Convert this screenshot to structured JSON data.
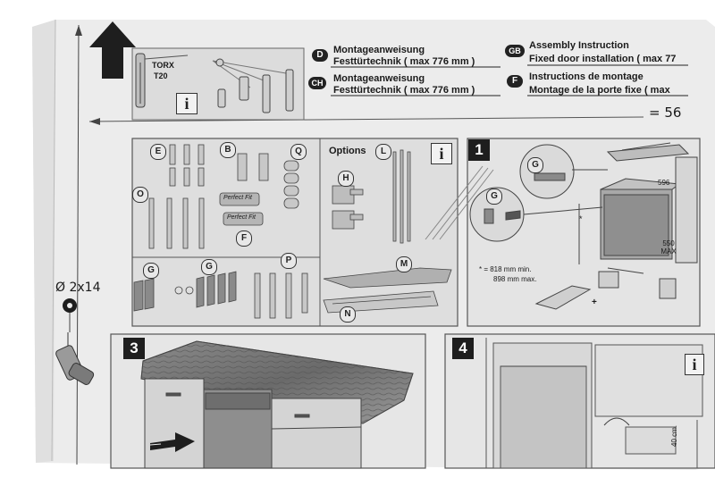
{
  "tool_box": {
    "line1": "TORX",
    "line2": "T20"
  },
  "headers": {
    "de": {
      "badge": "D",
      "line1": "Montageanweisung",
      "line2": "Festtürtechnik ( max 776 mm )"
    },
    "ch": {
      "badge": "CH",
      "line1": "Montageanweisung",
      "line2": "Festtürtechnik ( max 776 mm )"
    },
    "gb": {
      "badge": "GB",
      "line1": "Assembly Instruction",
      "line2": "Fixed door installation ( max 77"
    },
    "f": {
      "badge": "F",
      "line1": "Instructions de montage",
      "line2": "Montage de la porte fixe  ( max"
    }
  },
  "dimension_right": "= 56",
  "drill_label": "Ø 2x14",
  "parts_panel": {
    "labels": [
      "E",
      "B",
      "Q",
      "O",
      "F",
      "G",
      "G",
      "P",
      "L",
      "H",
      "M",
      "N"
    ],
    "options_label": "Options",
    "strip_text": [
      "Perfect Fit",
      "Perfect Fit"
    ]
  },
  "step1": {
    "number": "1",
    "labels": [
      "G",
      "G"
    ],
    "dims": [
      "596",
      "550 MAX"
    ],
    "note": [
      "* = 818 mm min.",
      "898 mm max."
    ],
    "star": "*",
    "plus": "+"
  },
  "step3": {
    "number": "3"
  },
  "step4": {
    "number": "4",
    "side_label": "40 cm."
  },
  "colors": {
    "ink": "#1e1e1e",
    "paper": "#ececec",
    "panel": "#dedede",
    "background": "#ffffff"
  },
  "icons": [
    "up-arrow-icon",
    "screwdriver-icon",
    "info-icon",
    "drill-icon",
    "dishwasher-icon"
  ]
}
